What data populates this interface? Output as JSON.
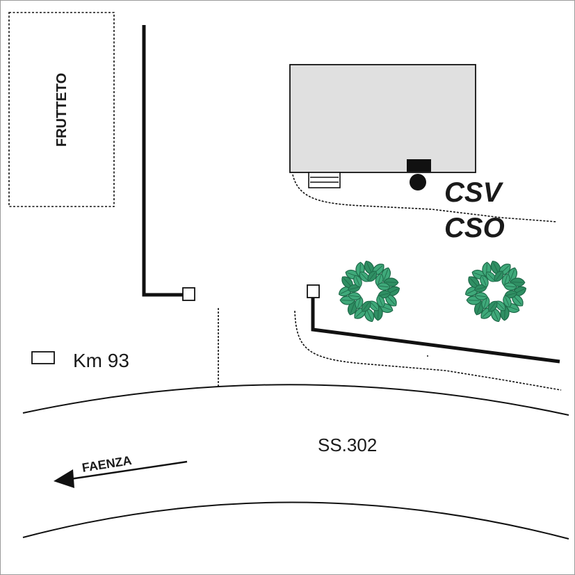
{
  "map": {
    "orchard_label": "FRUTTETO",
    "station_labels": [
      "CSV",
      "CSO"
    ],
    "road_label": "SS.302",
    "direction_label": "FAENZA",
    "km_marker_label": "Km 93"
  },
  "colors": {
    "building_fill": "#e0e0e0",
    "tree_leaf": "#3fa97a",
    "tree_leaf_dark": "#1f6b4a",
    "line": "#111111"
  },
  "icons": {
    "building": "building-icon",
    "sensor": "sensor-icon",
    "tree": "tree-icon",
    "km_marker": "km-marker-icon",
    "arrow": "arrow-left-icon"
  }
}
